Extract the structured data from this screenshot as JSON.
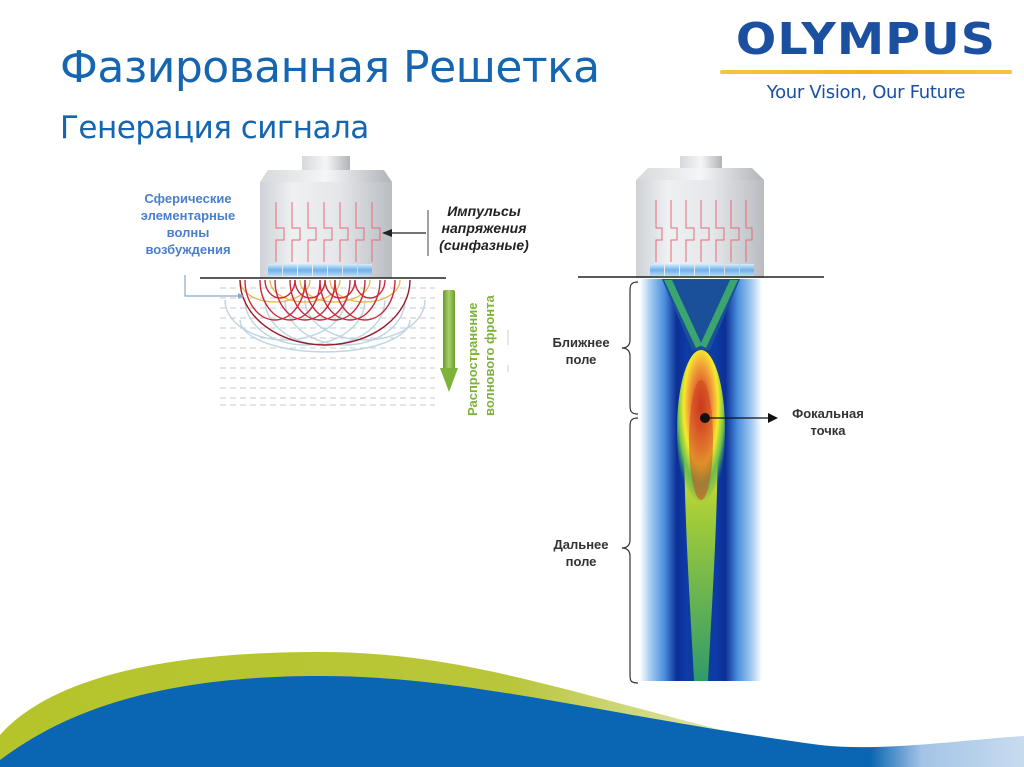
{
  "header": {
    "title": "Фазированная Решетка",
    "subtitle": "Генерация сигнала"
  },
  "logo": {
    "brand": "OLYMPUS",
    "tagline": "Your Vision, Our Future"
  },
  "left_diagram": {
    "label_waves": [
      "Сферические",
      "элементарные",
      "волны",
      "возбуждения"
    ],
    "label_pulses": [
      "Импульсы",
      "напряжения",
      "(синфазные)"
    ],
    "label_propagation": [
      "Распространение",
      "волнового фронта"
    ],
    "element_count": 7
  },
  "right_diagram": {
    "label_near_field": [
      "Ближнее",
      "поле"
    ],
    "label_far_field": [
      "Дальнее",
      "поле"
    ],
    "label_focal_point": [
      "Фокальная",
      "точка"
    ],
    "element_count": 7
  },
  "colors": {
    "title": "#1565b0",
    "logo_blue": "#1b4fa0",
    "logo_gold": "#f3b21e",
    "footer_blue": "#0a66b2",
    "footer_green": "#b5c42a",
    "label_blue": "#4a7fce",
    "label_green": "#7db33a"
  }
}
